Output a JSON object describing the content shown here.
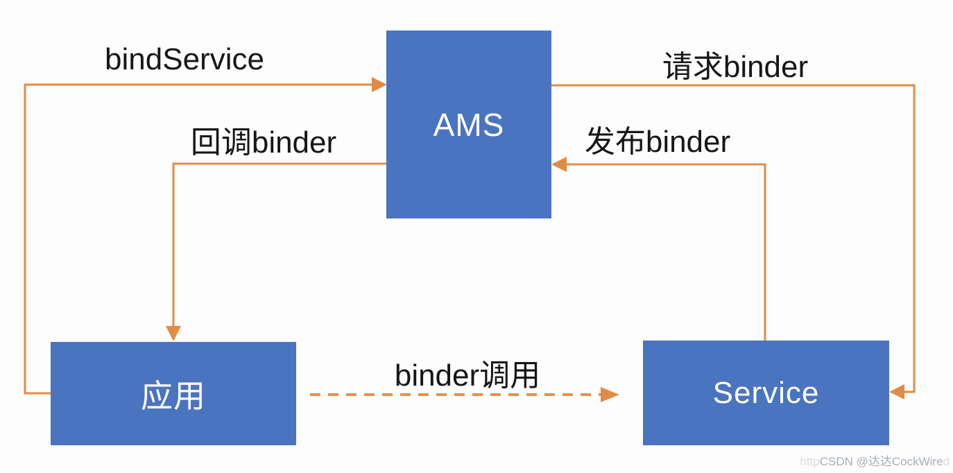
{
  "diagram": {
    "nodes": [
      {
        "id": "ams",
        "label": "AMS"
      },
      {
        "id": "app",
        "label": "应用"
      },
      {
        "id": "service",
        "label": "Service"
      }
    ],
    "edges": [
      {
        "id": "bindservice",
        "label": "bindService",
        "from": "app",
        "to": "ams",
        "line_style": "solid"
      },
      {
        "id": "callback-binder",
        "label": "回调binder",
        "from": "ams",
        "to": "app",
        "line_style": "solid"
      },
      {
        "id": "request-binder",
        "label": "请求binder",
        "from": "ams",
        "to": "service",
        "line_style": "solid"
      },
      {
        "id": "publish-binder",
        "label": "发布binder",
        "from": "service",
        "to": "ams",
        "line_style": "solid"
      },
      {
        "id": "binder-call",
        "label": "binder调用",
        "from": "app",
        "to": "service",
        "line_style": "dashed"
      }
    ],
    "colors": {
      "node_fill": "#4b74c0",
      "node_text": "#ffffff",
      "arrow": "#e08c46",
      "label_text": "#161616",
      "background": "#fdfdfd"
    }
  },
  "watermark": {
    "prefix": "http",
    "text": "CSDN @达达CockWire",
    "suffix": "d"
  }
}
